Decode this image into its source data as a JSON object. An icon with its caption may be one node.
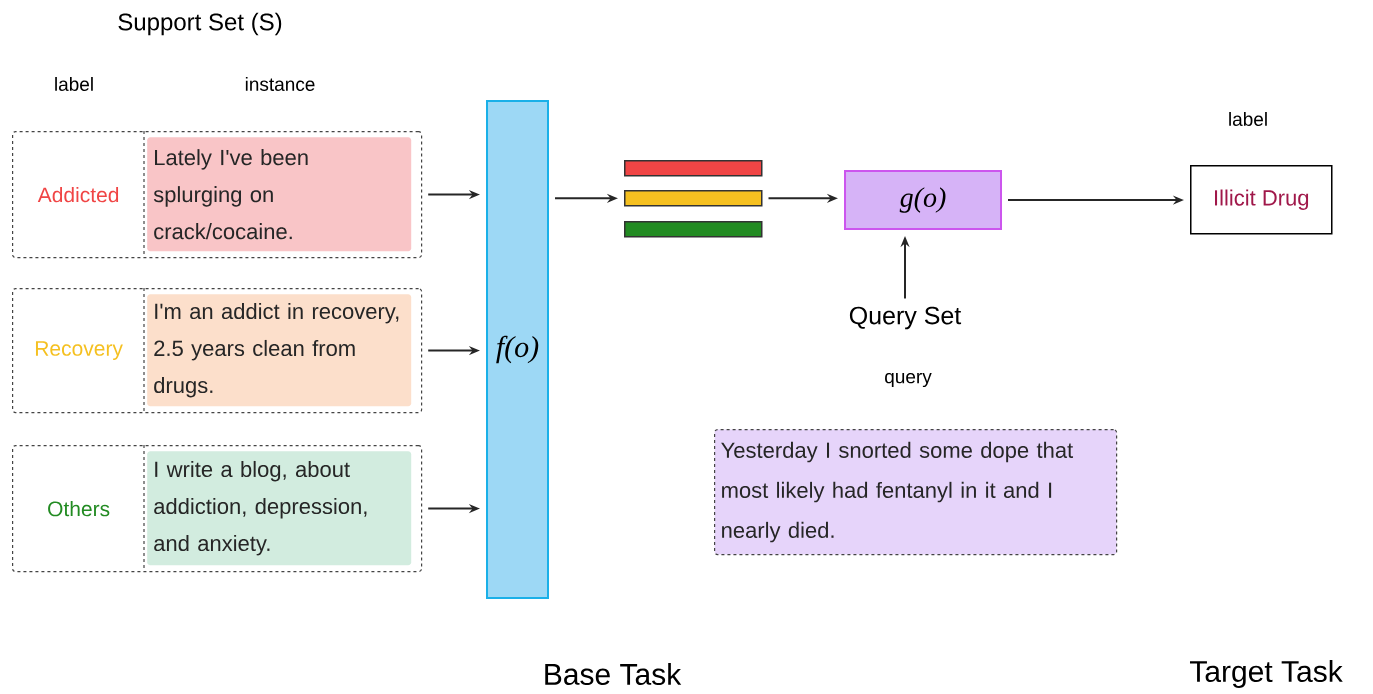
{
  "diagram": {
    "nodes": [
      {
        "text": [
          "Addicted"
        ]
      },
      {
        "text": [
          "Lately I've been splurging on crack/cocaine."
        ],
        "in": 0
      },
      {
        "text": [
          "Recovery"
        ]
      },
      {
        "text": [
          "I'm an addict in recovery, 2.5 years clean from drugs."
        ],
        "in": 2
      },
      {
        "text": [
          "Others"
        ]
      },
      {
        "text": [
          "I write a blog, about addiction, depression, and anxiety."
        ],
        "in": 4
      },
      {
        "text": [
          "f(o)"
        ]
      },
      {
        "text": [],
        "shape": "bar"
      },
      {
        "text": [],
        "shape": "bar"
      },
      {
        "text": [],
        "shape": "bar"
      },
      {
        "text": [
          "g(o)"
        ]
      },
      {
        "text": [
          "Query Set"
        ]
      },
      {
        "text": [
          "Illicit Drug"
        ]
      },
      {
        "text": [
          "Yesterday I snorted some dope that most likely had fentanyl in it and I nearly died."
        ]
      }
    ],
    "edges": [
      {
        "from": 0,
        "to": 6,
        "arrow": "to"
      },
      {
        "from": 2,
        "to": 6,
        "arrow": "to"
      },
      {
        "from": 4,
        "to": 6,
        "arrow": "to"
      },
      {
        "from": 6,
        "to": 8,
        "arrow": "to"
      },
      {
        "from": 8,
        "to": 10,
        "arrow": "to"
      },
      {
        "from": 11,
        "to": 10,
        "arrow": "to"
      },
      {
        "from": 10,
        "to": 12,
        "arrow": "to"
      }
    ],
    "labels": [
      "Support Set (S)",
      "label",
      "instance",
      "label",
      "query",
      "Base Task",
      "Target Task"
    ]
  }
}
